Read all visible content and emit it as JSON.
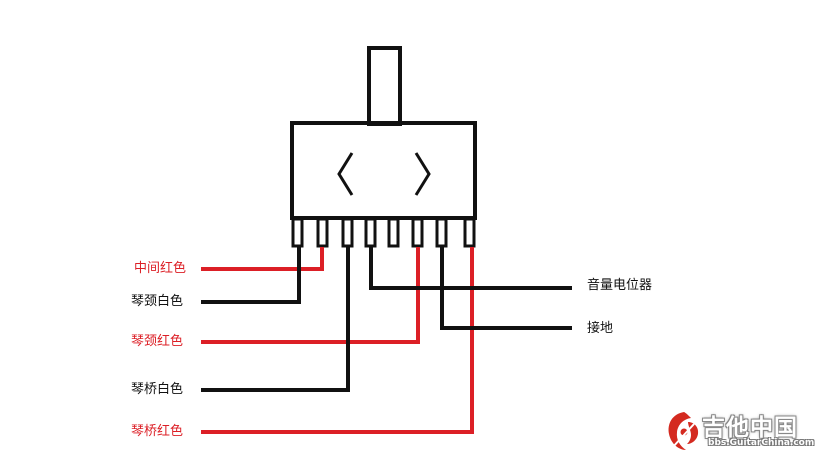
{
  "labels": {
    "neck_red": "中间红色",
    "neck_white": "琴颈白色",
    "neck_red_2": "琴颈红色",
    "bridge_white": "琴桥白色",
    "bridge_red": "琴桥红色",
    "volume_pot": "音量电位器",
    "ground": "接地"
  },
  "knob_glyphs": {
    "left": "(",
    "right": ")"
  },
  "watermark": {
    "title": "吉他中国",
    "url": "bbs.GuitarChina.com"
  },
  "colors": {
    "red_wire": "#dc1f26",
    "black_wire": "#111111",
    "watermark_logo": "#d42a20"
  }
}
